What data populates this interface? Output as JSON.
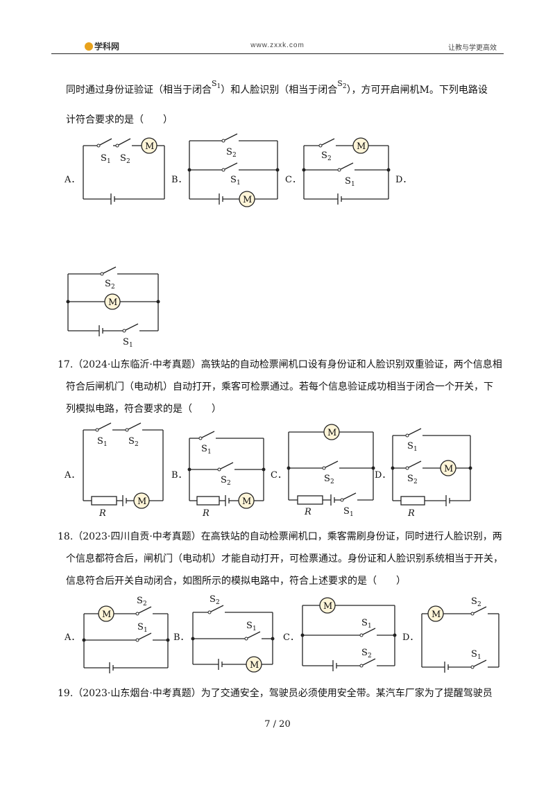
{
  "header": {
    "logo": "学科网",
    "url": "www.zxxk.com",
    "slogan": "让教与学更高效"
  },
  "q16": {
    "line1a": "同时通过身份证验证（相当于闭合",
    "s1": "S",
    "line1b": "）和人脸识别（相当于闭合",
    "line1c": "），方可开启闸机M。下列电路设",
    "line2": "计符合要求的是（　　）"
  },
  "q17": {
    "num": "17.",
    "line1": "（2024·山东临沂·中考真题）高铁站的自动检票闸机口设有身份证和人脸识别双重验证，两个信息相",
    "line2": "符合后闸机门（电动机）自动打开，乘客可检票通过。若每个信息验证成功相当于闭合一个开关，下",
    "line3": "列模拟电路，符合要求的是（　　）"
  },
  "q18": {
    "num": "18.",
    "line1": "（2023·四川自贡·中考真题）在高铁站的自动检票闸机口，乘客需刷身份证，同时进行人脸识别，两",
    "line2": "个信息都符合后，闸机门（电动机）才能自动打开，可检票通过。身份证和人脸识别系统相当于开关，",
    "line3": "信息符合后开关自动闭合，如图所示的模拟电路中，符合上述要求的是（　　）"
  },
  "q19": {
    "num": "19.",
    "line1": "（2023·山东烟台·中考真题）为了交通安全，驾驶员必须使用安全带。某汽车厂家为了提醒驾驶员"
  },
  "labels": {
    "A": "A．",
    "B": "B．",
    "C": "C．",
    "D": "D．",
    "motor": "M",
    "S": "S",
    "one": "1",
    "two": "2",
    "R": "R"
  },
  "footer": {
    "page": "7 / 20"
  }
}
